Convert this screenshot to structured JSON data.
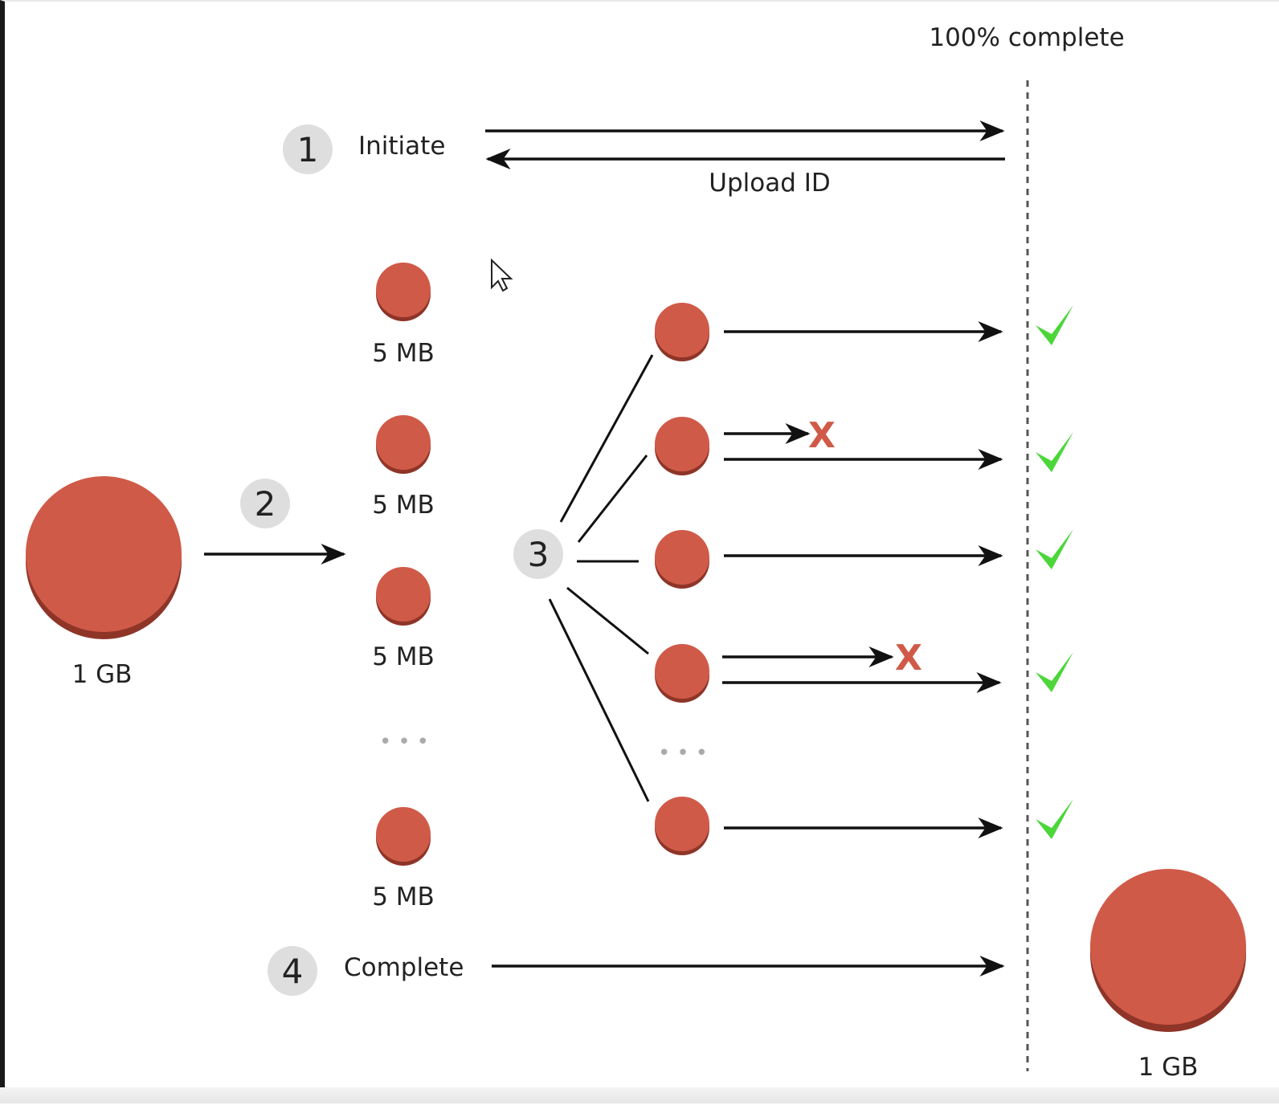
{
  "labels": {
    "progress": "100% complete",
    "upload_id": "Upload ID",
    "file_size": "1 GB",
    "part_size": "5 MB",
    "ellipsis": "•••"
  },
  "steps": [
    {
      "number": "1",
      "label": "Initiate"
    },
    {
      "number": "2",
      "label": ""
    },
    {
      "number": "3",
      "label": ""
    },
    {
      "number": "4",
      "label": "Complete"
    }
  ],
  "failure_mark": "X",
  "success_icon": "check-icon",
  "colors": {
    "blob": "#d05a48",
    "blob_shadow": "#8e3528",
    "step_circle": "#dedede",
    "arrow": "#111111",
    "failure": "#d05a48",
    "success": "#4cd63a",
    "dotted_line": "#555555",
    "ellipsis_dots": "#aaaaaa"
  }
}
